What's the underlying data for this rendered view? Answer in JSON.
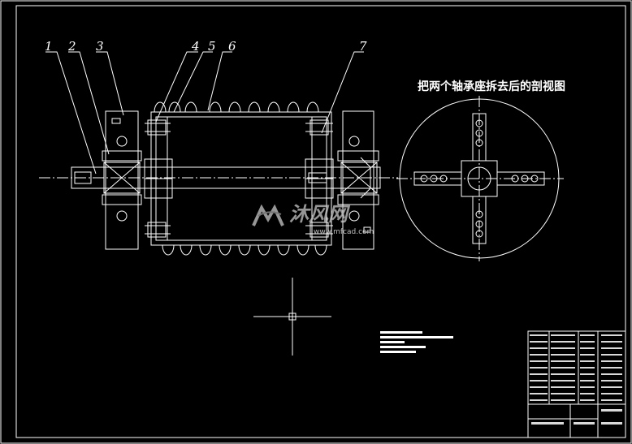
{
  "drawing": {
    "part_labels": [
      "1",
      "2",
      "3",
      "4",
      "5",
      "6",
      "7"
    ],
    "section_title": "把两个轴承座拆去后的剖视图"
  },
  "watermark": {
    "brand": "沐风网",
    "url": "www.mfcad.com"
  },
  "colors": {
    "background": "#000000",
    "line": "#ffffff"
  }
}
